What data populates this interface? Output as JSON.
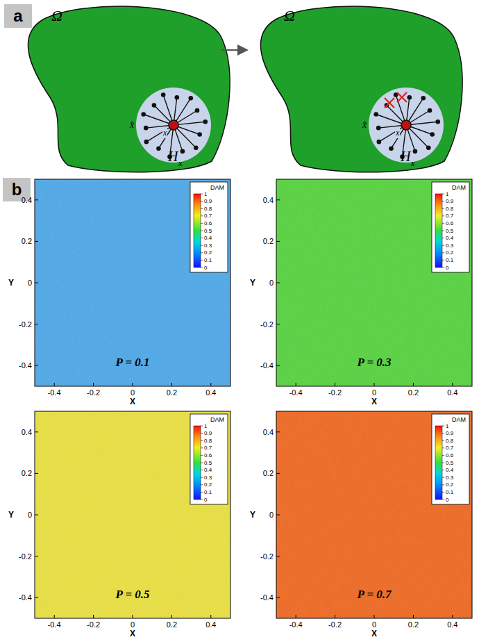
{
  "diagram": {
    "labels": [
      "a",
      "Ω",
      "H",
      "x",
      "x",
      "x̂",
      "Ω",
      "H",
      "x",
      "x",
      "x̂",
      "b",
      "DAM",
      "1",
      "0.9",
      "0.8",
      "0.7",
      "0.6",
      "0.5",
      "0.4",
      "0.3",
      "0.2",
      "0.1",
      "0",
      "0.4",
      "0.2",
      "0",
      "-0.2",
      "-0.4",
      "-0.4",
      "-0.2",
      "0",
      "0.2",
      "0.4",
      "X",
      "Y",
      "P = 0.1",
      "DAM",
      "1",
      "0.9",
      "0.8",
      "0.7",
      "0.6",
      "0.5",
      "0.4",
      "0.3",
      "0.2",
      "0.1",
      "0",
      "0.4",
      "0.2",
      "0",
      "-0.2",
      "-0.4",
      "-0.4",
      "-0.2",
      "0",
      "0.2",
      "0.4",
      "X",
      "Y",
      "P = 0.3",
      "DAM",
      "1",
      "0.9",
      "0.8",
      "0.7",
      "0.6",
      "0.5",
      "0.4",
      "0.3",
      "0.2",
      "0.1",
      "0",
      "0.4",
      "0.2",
      "0",
      "-0.2",
      "-0.4",
      "-0.4",
      "-0.2",
      "0",
      "0.2",
      "0.4",
      "X",
      "Y",
      "P = 0.5",
      "DAM",
      "1",
      "0.9",
      "0.8",
      "0.7",
      "0.6",
      "0.5",
      "0.4",
      "0.3",
      "0.2",
      "0.1",
      "0",
      "0.4",
      "0.2",
      "0",
      "-0.2",
      "-0.4",
      "-0.4",
      "-0.2",
      "0",
      "0.2",
      "0.4",
      "X",
      "Y",
      "P = 0.7"
    ]
  }
}
